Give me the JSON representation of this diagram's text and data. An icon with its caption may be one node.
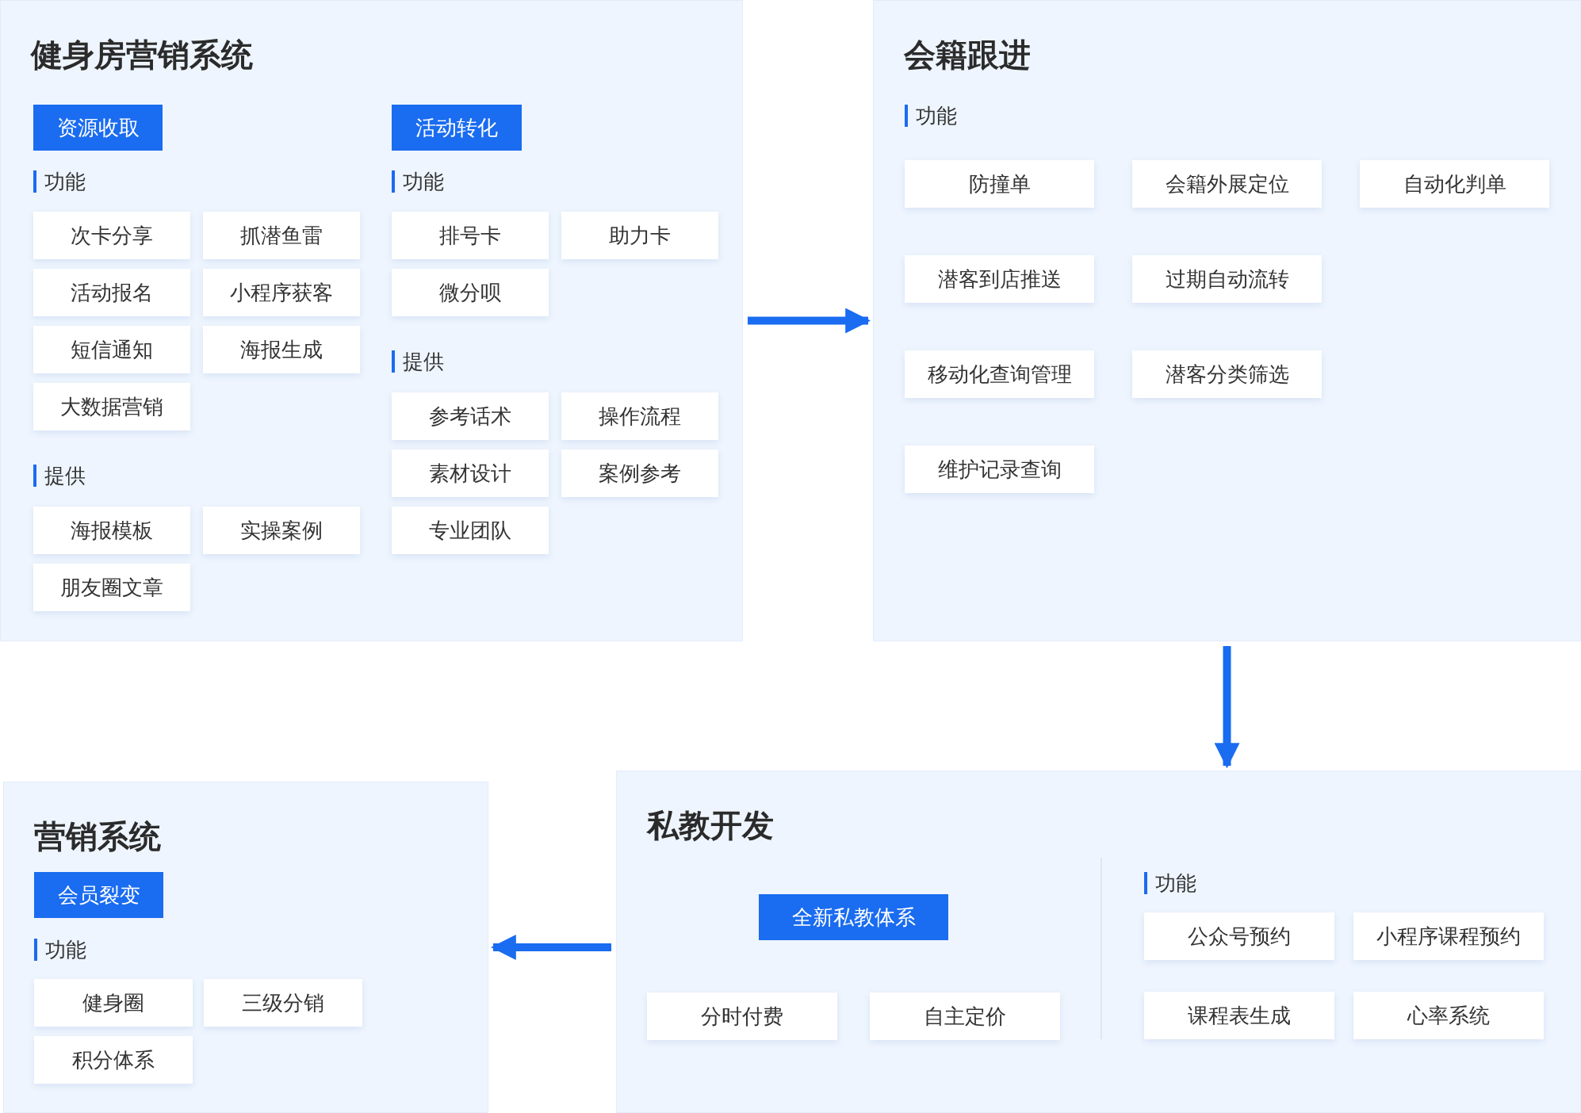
{
  "diagram": {
    "nodes": [
      {
        "text": [
          "健身房营销系统"
        ]
      },
      {
        "text": [
          "资源收取"
        ],
        "in": 0
      },
      {
        "text": [
          "功能"
        ],
        "in": 0
      },
      {
        "text": [
          "次卡分享"
        ],
        "in": 2
      },
      {
        "text": [
          "抓潜鱼雷"
        ],
        "in": 2
      },
      {
        "text": [
          "活动报名"
        ],
        "in": 2
      },
      {
        "text": [
          "小程序获客"
        ],
        "in": 2
      },
      {
        "text": [
          "短信通知"
        ],
        "in": 2
      },
      {
        "text": [
          "海报生成"
        ],
        "in": 2
      },
      {
        "text": [
          "大数据营销"
        ],
        "in": 2
      },
      {
        "text": [
          "提供"
        ],
        "in": 0
      },
      {
        "text": [
          "海报模板"
        ],
        "in": 10
      },
      {
        "text": [
          "实操案例"
        ],
        "in": 10
      },
      {
        "text": [
          "朋友圈文章"
        ],
        "in": 10
      },
      {
        "text": [
          "活动转化"
        ],
        "in": 0
      },
      {
        "text": [
          "功能"
        ],
        "in": 0
      },
      {
        "text": [
          "排号卡"
        ],
        "in": 15
      },
      {
        "text": [
          "助力卡"
        ],
        "in": 15
      },
      {
        "text": [
          "微分呗"
        ],
        "in": 15
      },
      {
        "text": [
          "提供"
        ],
        "in": 0
      },
      {
        "text": [
          "参考话术"
        ],
        "in": 19
      },
      {
        "text": [
          "操作流程"
        ],
        "in": 19
      },
      {
        "text": [
          "素材设计"
        ],
        "in": 19
      },
      {
        "text": [
          "案例参考"
        ],
        "in": 19
      },
      {
        "text": [
          "专业团队"
        ],
        "in": 19
      },
      {
        "text": [
          "会籍跟进"
        ]
      },
      {
        "text": [
          "功能"
        ],
        "in": 25
      },
      {
        "text": [
          "防撞单"
        ],
        "in": 26
      },
      {
        "text": [
          "会籍外展定位"
        ],
        "in": 26
      },
      {
        "text": [
          "自动化判单"
        ],
        "in": 26
      },
      {
        "text": [
          "潜客到店推送"
        ],
        "in": 26
      },
      {
        "text": [
          "过期自动流转"
        ],
        "in": 26
      },
      {
        "text": [
          "移动化查询管理"
        ],
        "in": 26
      },
      {
        "text": [
          "潜客分类筛选"
        ],
        "in": 26
      },
      {
        "text": [
          "维护记录查询"
        ],
        "in": 26
      },
      {
        "text": [
          "营销系统"
        ]
      },
      {
        "text": [
          "会员裂变"
        ],
        "in": 35
      },
      {
        "text": [
          "功能"
        ],
        "in": 35
      },
      {
        "text": [
          "健身圈"
        ],
        "in": 37
      },
      {
        "text": [
          "三级分销"
        ],
        "in": 37
      },
      {
        "text": [
          "积分体系"
        ],
        "in": 37
      },
      {
        "text": [
          "私教开发"
        ]
      },
      {
        "text": [
          "全新私教体系"
        ],
        "in": 41
      },
      {
        "text": [
          "分时付费"
        ],
        "in": 41
      },
      {
        "text": [
          "自主定价"
        ],
        "in": 41
      },
      {
        "text": [
          "功能"
        ],
        "in": 41
      },
      {
        "text": [
          "公众号预约"
        ],
        "in": 45
      },
      {
        "text": [
          "小程序课程预约"
        ],
        "in": 45
      },
      {
        "text": [
          "课程表生成"
        ],
        "in": 45
      },
      {
        "text": [
          "心率系统"
        ],
        "in": 45
      }
    ],
    "edges": [
      {
        "from": 0,
        "to": 25,
        "arrow": "to"
      },
      {
        "from": 25,
        "to": 41,
        "arrow": "to"
      },
      {
        "from": 41,
        "to": 35,
        "arrow": "to"
      }
    ]
  }
}
